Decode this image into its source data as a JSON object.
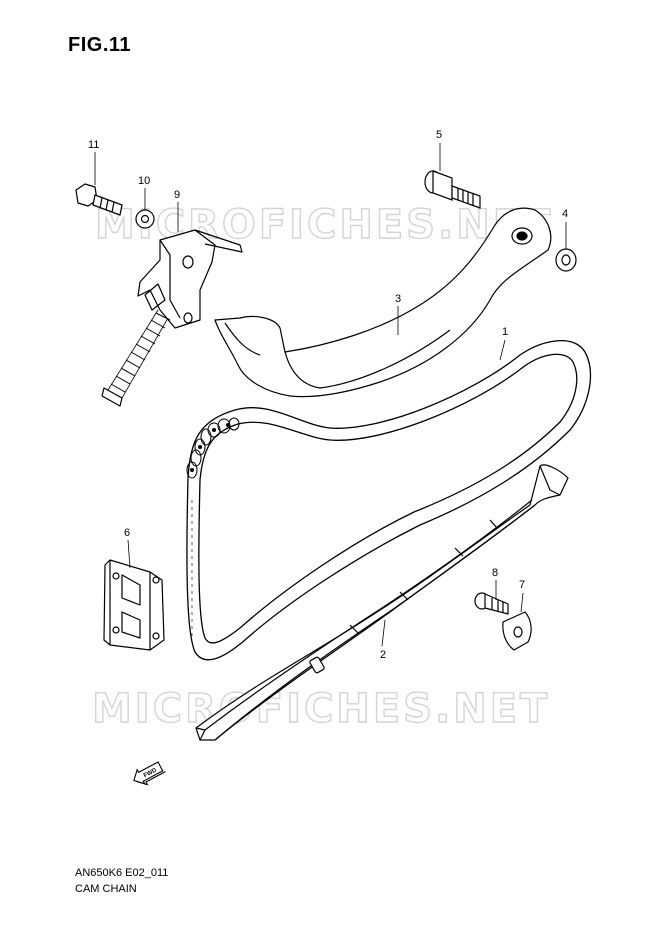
{
  "figure": {
    "title": "FIG.11",
    "code": "AN650K6 E02_011",
    "name": "CAM CHAIN"
  },
  "watermark": {
    "text": "MICROFICHES.NET",
    "color": "#d4d4d4"
  },
  "direction_marker": {
    "label": "FWD",
    "icon": "fwd-arrow-icon"
  },
  "callouts": [
    {
      "number": "1",
      "part": "cam-chain"
    },
    {
      "number": "2",
      "part": "chain-guide"
    },
    {
      "number": "3",
      "part": "tensioner-arm"
    },
    {
      "number": "4",
      "part": "washer"
    },
    {
      "number": "5",
      "part": "pivot-bolt"
    },
    {
      "number": "6",
      "part": "guide-bracket"
    },
    {
      "number": "7",
      "part": "lock-plate"
    },
    {
      "number": "8",
      "part": "screw"
    },
    {
      "number": "9",
      "part": "tensioner-adjuster"
    },
    {
      "number": "10",
      "part": "washer"
    },
    {
      "number": "11",
      "part": "bolt"
    }
  ]
}
